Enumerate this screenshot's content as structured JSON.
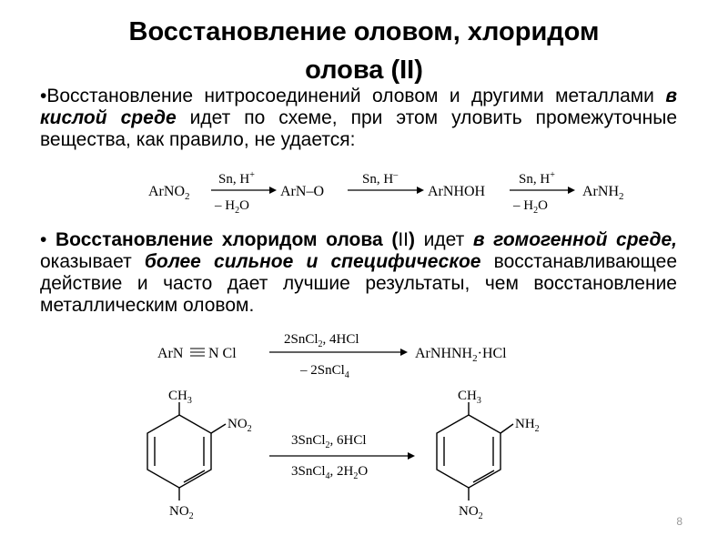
{
  "title_line1": "Восстановление оловом, хлоридом",
  "title_line2": "олова (II)",
  "p1": {
    "bullet": "•",
    "lead": "Восстановление нитросоединений оловом и другими металлами ",
    "em": "в кислой среде",
    "tail": " идет по схеме, при этом уловить промежуточные вещества, как правило, не удается:"
  },
  "p2": {
    "bullet": "•",
    "b1": "Восстановление хлоридом олова (",
    "b1n": "II",
    "b1t": ")",
    "t1": " идет ",
    "e1": "в гомогенной среде,",
    "t2": " оказывает ",
    "e2": "более сильное и специфическое",
    "t3": " восстанавливающее действие и часто дает лучшие результаты, чем восстановление металлическим оловом."
  },
  "scheme1": {
    "s1": "ArNO",
    "s1sub": "2",
    "a1_top": "Sn, H",
    "a1_top_sup": "+",
    "a1_bot": "– H",
    "a1_bot_sub": "2",
    "a1_bot_end": "O",
    "s2": "ArN–O",
    "a2_top": "Sn, H",
    "a2_top_sup": "–",
    "s3": "ArNHOH",
    "a3_top": "Sn, H",
    "a3_top_sup": "+",
    "a3_bot": "– H",
    "a3_bot_sub": "2",
    "a3_bot_end": "O",
    "s4": "ArNH",
    "s4sub": "2"
  },
  "scheme2": {
    "lhs_a": "ArN",
    "lhs_b": "N Cl",
    "top": "2SnCl",
    "top_sub": "2",
    "top_end": ", 4HCl",
    "bot": "– 2SnCl",
    "bot_sub": "4",
    "rhs": "ArNHNH",
    "rhs_sub": "2",
    "rhs_end": "·HCl"
  },
  "scheme3": {
    "ch3_left": "CH",
    "ch3_left_sub": "3",
    "no2_side": "NO",
    "no2_side_sub": "2",
    "no2_bottom": "NO",
    "no2_bottom_sub": "2",
    "top": "3SnCl",
    "top_sub": "2",
    "top_end": ", 6HCl",
    "bot": "3SnCl",
    "bot_sub": "4",
    "bot_mid": ", 2H",
    "bot_sub2": "2",
    "bot_end": "O",
    "ch3_right": "CH",
    "ch3_right_sub": "3",
    "nh2": "NH",
    "nh2_sub": "2",
    "no2_right": "NO",
    "no2_right_sub": "2"
  },
  "page_number": "8"
}
